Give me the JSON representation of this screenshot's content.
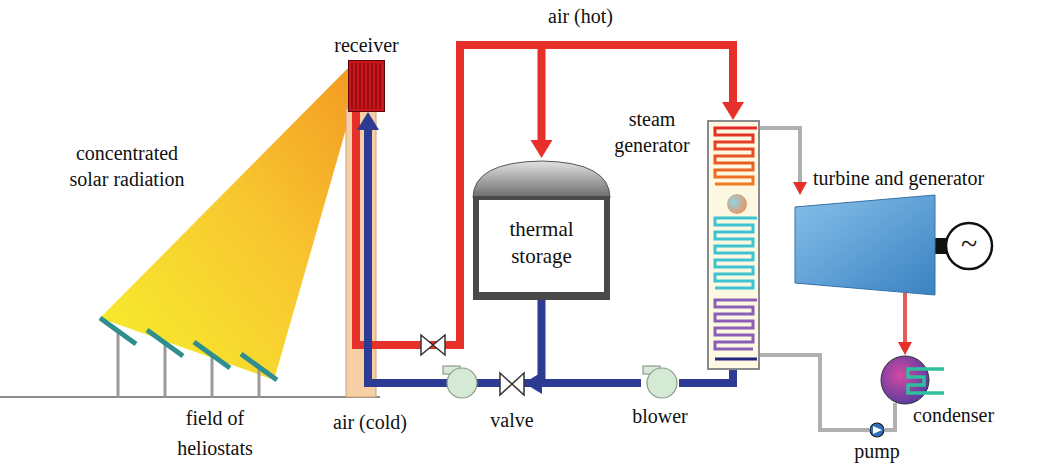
{
  "diagram": {
    "nodes": [
      {
        "text": [
          "receiver"
        ]
      },
      {
        "text": [
          "thermal storage"
        ]
      },
      {
        "text": [
          "steam generator"
        ]
      },
      {
        "text": [
          "turbine and generator"
        ]
      },
      {
        "text": [
          "condenser"
        ]
      },
      {
        "text": [
          "pump"
        ]
      },
      {
        "text": [
          "blower"
        ]
      },
      {
        "text": [
          "valve"
        ]
      }
    ],
    "edges": [
      {
        "from": 0,
        "to": 2,
        "arrow": "to",
        "label": "air (hot)"
      },
      {
        "from": 0,
        "to": 1,
        "arrow": "to"
      },
      {
        "from": 2,
        "to": 6,
        "arrow": "none"
      },
      {
        "from": 6,
        "to": 7,
        "arrow": "to"
      },
      {
        "from": 7,
        "to": 0,
        "arrow": "to"
      },
      {
        "from": 1,
        "to": 7,
        "arrow": "none"
      },
      {
        "from": 2,
        "to": 3,
        "arrow": "to"
      },
      {
        "from": 3,
        "to": 4,
        "arrow": "to"
      },
      {
        "from": 4,
        "to": 5,
        "arrow": "none"
      },
      {
        "from": 5,
        "to": 2,
        "arrow": "none"
      }
    ],
    "labels": [
      "concentrated solar radiation",
      "field of heliostats",
      "air (cold)",
      "~"
    ]
  }
}
